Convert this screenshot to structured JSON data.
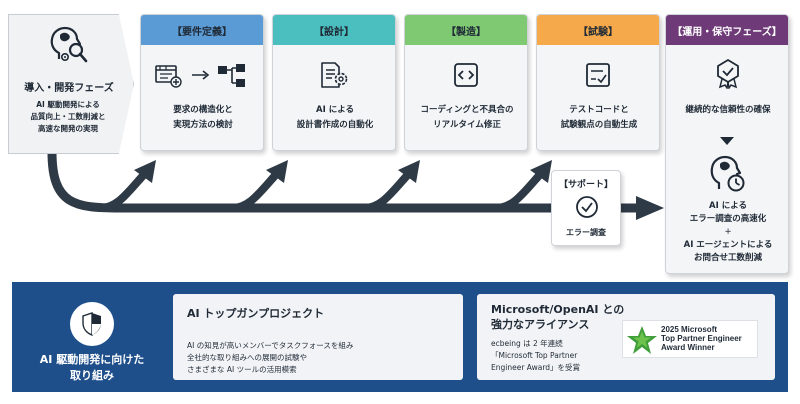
{
  "intro": {
    "title": "導入・開発フェーズ",
    "desc_lines": [
      "AI 駆動開発による",
      "品質向上・工数削減と",
      "高速な開発の実現"
    ]
  },
  "phases": [
    {
      "header": "【要件定義】",
      "color": "#5b9bd5",
      "icon": "flowchart-icon",
      "lines": [
        "要求の構造化と",
        "実現方法の検討"
      ]
    },
    {
      "header": "【設計】",
      "color": "#4bbfbf",
      "icon": "document-gear-icon",
      "lines": [
        "AI による",
        "設計書作成の自動化"
      ]
    },
    {
      "header": "【製造】",
      "color": "#7fc972",
      "icon": "code-icon",
      "lines": [
        "コーディングと不具合の",
        "リアルタイム修正"
      ]
    },
    {
      "header": "【試験】",
      "color": "#f5a94a",
      "icon": "checklist-icon",
      "lines": [
        "テストコードと",
        "試験観点の自動生成"
      ]
    }
  ],
  "operations": {
    "header": "【運用・保守フェーズ】",
    "header_color": "#6e3a78",
    "line1": "継続的な信頼性の確保",
    "lines2": [
      "AI による",
      "エラー調査の高速化",
      "+",
      "AI エージェントによる",
      "お問合せ工数削減"
    ],
    "icon1": "award-ribbon-icon",
    "icon2": "ai-head-clock-icon"
  },
  "support": {
    "header": "【サポート】",
    "label": "エラー調査",
    "icon": "check-circle-icon"
  },
  "banner": {
    "title_lines": [
      "AI 駆動開発に向けた",
      "取り組み"
    ],
    "icon": "shield-icon",
    "card1": {
      "title": "AI トップガンプロジェクト",
      "body_lines": [
        "AI の知見が高いメンバーでタスクフォースを組み",
        "全社的な取り組みへの展開の試験や",
        "さまざまな AI ツールの活用模索"
      ]
    },
    "card2": {
      "title_lines": [
        "Microsoft/OpenAI との",
        "強力なアライアンス"
      ],
      "body_lines": [
        "ecbeing は 2 年連続",
        "「Microsoft Top Partner",
        "Engineer Award」を受賞"
      ]
    },
    "award": {
      "lines": [
        "2025 Microsoft",
        "Top Partner Engineer",
        "Award Winner"
      ],
      "icon": "award-star-icon"
    }
  },
  "colors": {
    "arrow": "#2e3a46",
    "banner": "#1f4f8b"
  }
}
